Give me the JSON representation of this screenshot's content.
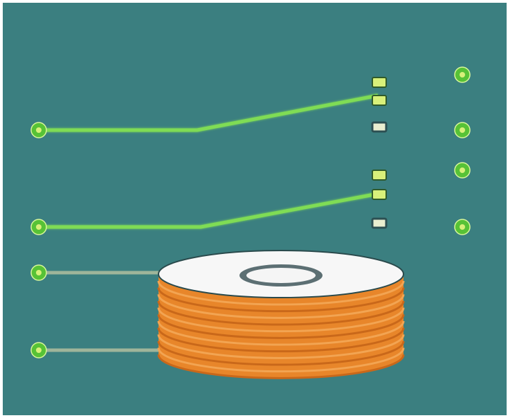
{
  "diagram": {
    "background_color": "#3b7f80",
    "wire_color": "#7fdc54",
    "wire_glow_color": "#d9f79a",
    "lead_color": "#9fb59a",
    "terminal_fill": "#57c236",
    "terminal_core": "#d8f07a",
    "relay_contact_color": "#e9eed0",
    "coil_colors": {
      "top": "#f7f7f7",
      "hole": "#5c6f73",
      "winding": "#e8862a",
      "winding_dark": "#c9681a",
      "winding_light": "#f2a452"
    },
    "components": [
      {
        "name": "relay-1",
        "kind": "relay switch",
        "terminals": 3
      },
      {
        "name": "relay-2",
        "kind": "relay switch",
        "terminals": 3
      },
      {
        "name": "coil",
        "kind": "electromagnet coil",
        "terminals": 2
      }
    ]
  }
}
